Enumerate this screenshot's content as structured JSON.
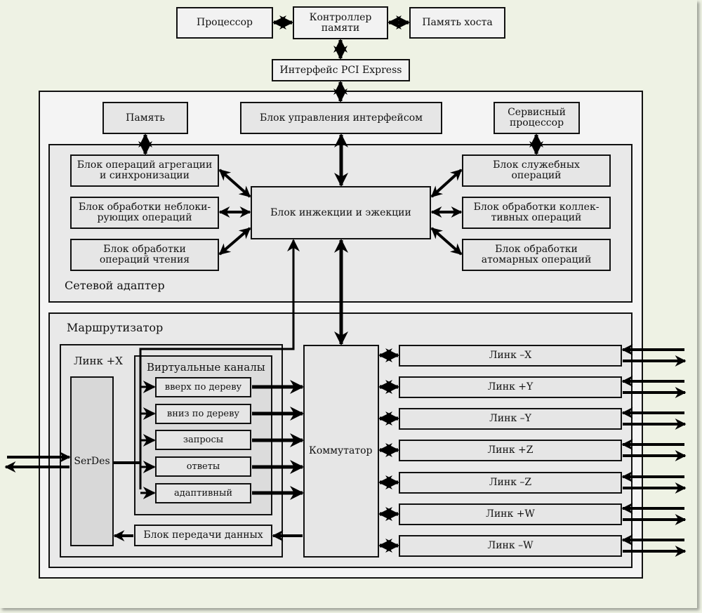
{
  "host": {
    "processor": "Процессор",
    "memory_controller": "Контроллер памяти",
    "host_memory": "Память хоста",
    "pci_interface": "Интерфейс PCI Express"
  },
  "adapter_top": {
    "memory": "Память",
    "interface_control": "Блок управления интерфейсом",
    "service_processor": "Сервисный процессор"
  },
  "network_adapter": {
    "label": "Сетевой адаптер",
    "aggregation": "Блок операций агрегации и синхронизации",
    "nonblocking": "Блок обработки неблоки-рующих операций",
    "read_ops": "Блок обработки операций чтения",
    "injection": "Блок инжекции и эжекции",
    "service_ops": "Блок служебных операций",
    "collective": "Блок обработки коллек-тивных операций",
    "atomic": "Блок обработки атомарных операций"
  },
  "router": {
    "label": "Маршрутизатор",
    "link_px_label": "Линк +X",
    "serdes": "SerDes",
    "virtual_channels_label": "Виртуальные каналы",
    "channels": [
      "вверх по дереву",
      "вниз по дереву",
      "запросы",
      "ответы",
      "адаптивный"
    ],
    "data_transfer": "Блок передачи данных",
    "switch": "Коммутатор",
    "links": [
      "Линк –X",
      "Линк +Y",
      "Линк –Y",
      "Линк +Z",
      "Линк –Z",
      "Линк +W",
      "Линк –W"
    ]
  }
}
